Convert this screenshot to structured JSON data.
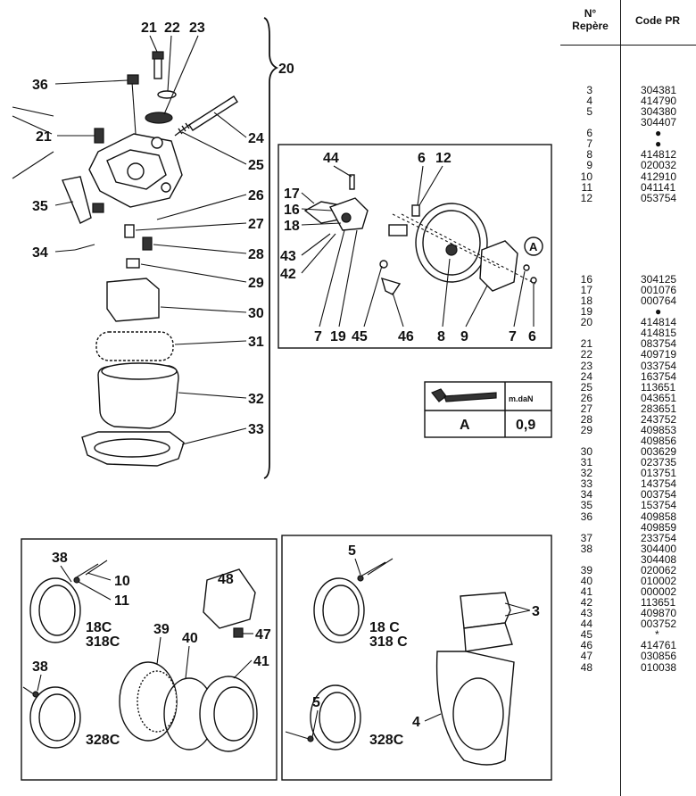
{
  "exploded_view": {
    "main_callouts": [
      "21",
      "22",
      "23",
      "36",
      "21",
      "24",
      "25",
      "26",
      "35",
      "27",
      "34",
      "28",
      "29",
      "30",
      "31",
      "32",
      "33"
    ],
    "group_label": "20",
    "detail_callouts": [
      "44",
      "6",
      "12",
      "17",
      "16",
      "18",
      "43",
      "42",
      "7",
      "19",
      "45",
      "46",
      "8",
      "9",
      "7",
      "6"
    ],
    "detail_marker": "A",
    "torque_table": {
      "header_unit": "m.daN",
      "row_label": "A",
      "row_value": "0,9"
    },
    "bottom_left_callouts": [
      "38",
      "10",
      "11",
      "48",
      "47",
      "39",
      "40",
      "41",
      "38"
    ],
    "bottom_left_models": [
      "18C",
      "318C",
      "328C"
    ],
    "bottom_right_callouts": [
      "5",
      "3",
      "5",
      "4"
    ],
    "bottom_right_models": [
      "18 C",
      "318 C",
      "328C"
    ]
  },
  "parts_table": {
    "header_number_line1": "N°",
    "header_number_line2": "Repère",
    "header_code": "Code PR",
    "rows": [
      {
        "num": "3",
        "code": "304381"
      },
      {
        "num": "4",
        "code": "414790"
      },
      {
        "num": "5",
        "code": "304380"
      },
      {
        "num": "",
        "code": "304407"
      },
      {
        "num": "6",
        "code": "●"
      },
      {
        "num": "7",
        "code": "●"
      },
      {
        "num": "8",
        "code": "414812"
      },
      {
        "num": "9",
        "code": "020032"
      },
      {
        "num": "10",
        "code": "412910"
      },
      {
        "num": "11",
        "code": "041141"
      },
      {
        "num": "12",
        "code": "053754"
      },
      {
        "num": "16",
        "code": "304125"
      },
      {
        "num": "17",
        "code": "001076"
      },
      {
        "num": "18",
        "code": "000764"
      },
      {
        "num": "19",
        "code": "●"
      },
      {
        "num": "20",
        "code": "414814"
      },
      {
        "num": "",
        "code": "414815"
      },
      {
        "num": "21",
        "code": "083754"
      },
      {
        "num": "22",
        "code": "409719"
      },
      {
        "num": "23",
        "code": "033754"
      },
      {
        "num": "24",
        "code": "163754"
      },
      {
        "num": "25",
        "code": "113651"
      },
      {
        "num": "26",
        "code": "043651"
      },
      {
        "num": "27",
        "code": "283651"
      },
      {
        "num": "28",
        "code": "243752"
      },
      {
        "num": "29",
        "code": "409853"
      },
      {
        "num": "",
        "code": "409856"
      },
      {
        "num": "30",
        "code": "003629"
      },
      {
        "num": "31",
        "code": "023735"
      },
      {
        "num": "32",
        "code": "013751"
      },
      {
        "num": "33",
        "code": "143754"
      },
      {
        "num": "34",
        "code": "003754"
      },
      {
        "num": "35",
        "code": "153754"
      },
      {
        "num": "36",
        "code": "409858"
      },
      {
        "num": "",
        "code": "409859"
      },
      {
        "num": "37",
        "code": "233754"
      },
      {
        "num": "38",
        "code": "304400"
      },
      {
        "num": "",
        "code": "304408"
      },
      {
        "num": "39",
        "code": "020062"
      },
      {
        "num": "40",
        "code": "010002"
      },
      {
        "num": "41",
        "code": "000002"
      },
      {
        "num": "42",
        "code": "113651"
      },
      {
        "num": "43",
        "code": "409870"
      },
      {
        "num": "44",
        "code": "003752"
      },
      {
        "num": "45",
        "code": "*"
      },
      {
        "num": "46",
        "code": "414761"
      },
      {
        "num": "47",
        "code": "030856"
      },
      {
        "num": "48",
        "code": "010038"
      }
    ]
  }
}
